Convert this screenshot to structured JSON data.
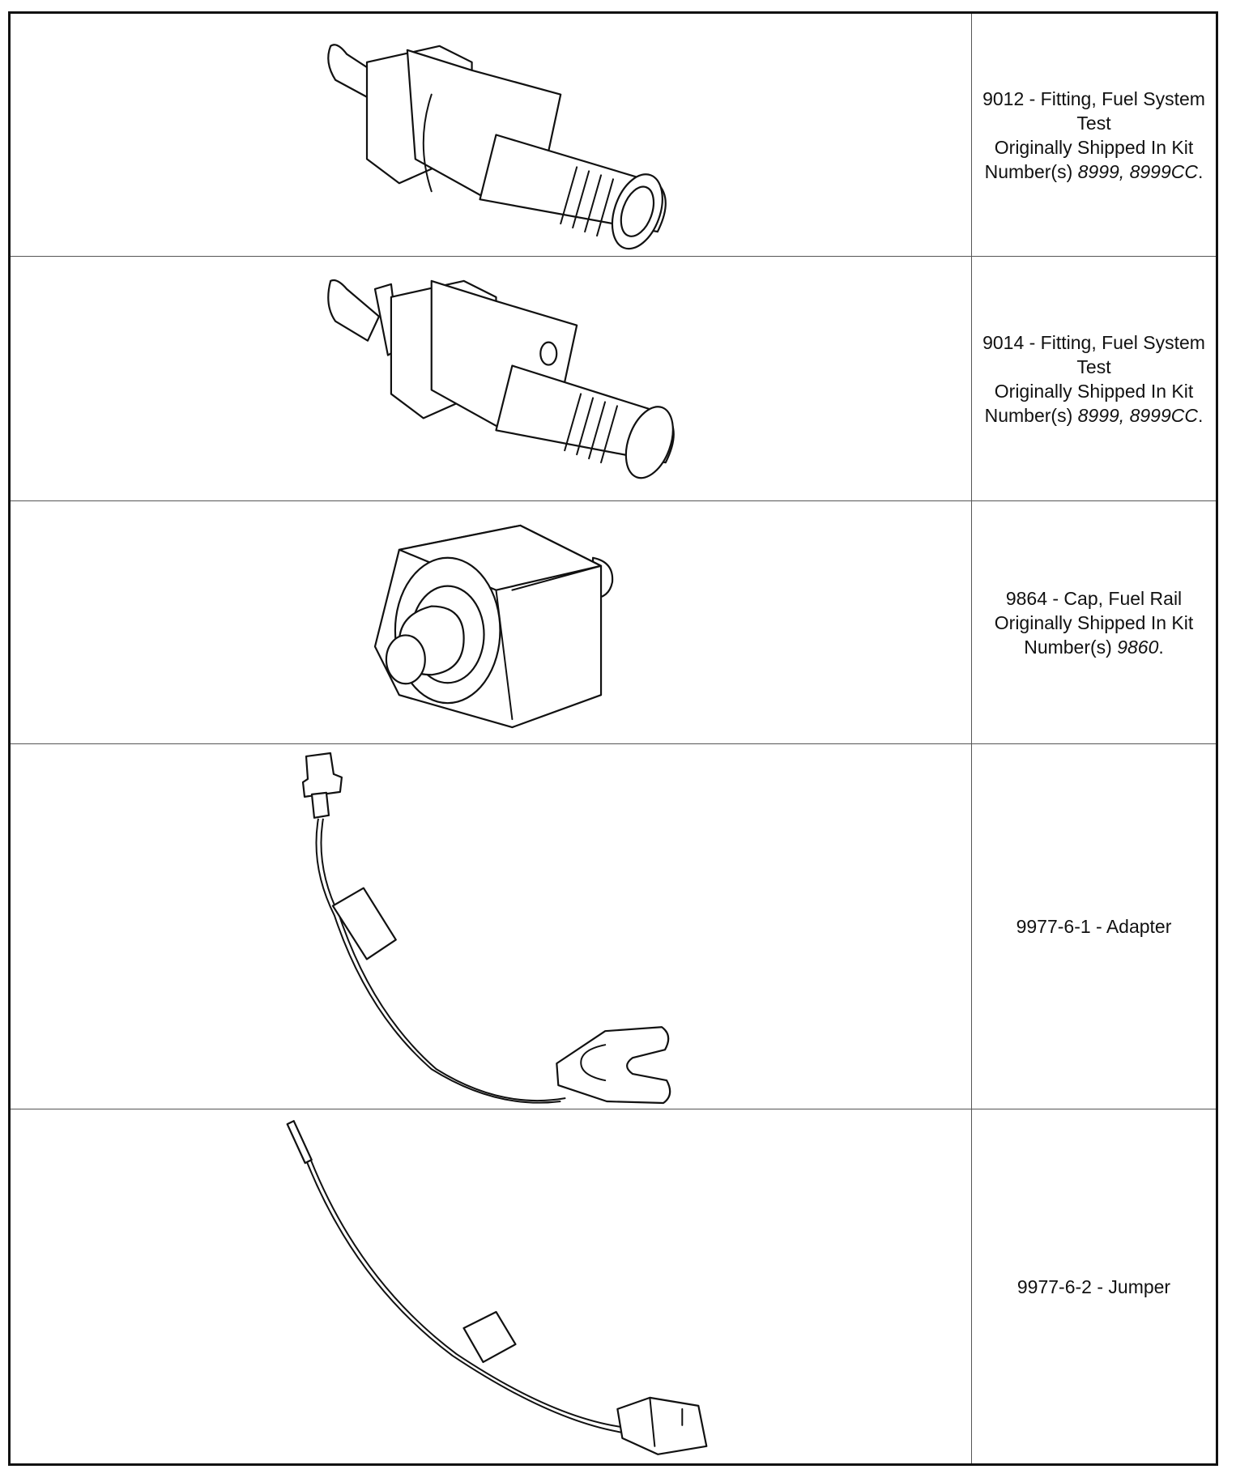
{
  "shipped_prefix": "Originally Shipped In Kit",
  "rows": [
    {
      "title": "9012 - Fitting, Fuel System",
      "title2": "Test",
      "kit_label": "Number(s)",
      "kits": "8999, 8999CC",
      "icon": "fuel-test-fitting-9012"
    },
    {
      "title": "9014 - Fitting, Fuel System",
      "title2": "Test",
      "kit_label": "Number(s)",
      "kits": "8999, 8999CC",
      "icon": "fuel-test-fitting-9014"
    },
    {
      "title": "9864 - Cap, Fuel Rail",
      "title2": "",
      "kit_label": "Number(s)",
      "kits": "9860",
      "icon": "fuel-rail-cap"
    },
    {
      "title": "9977-6-1 - Adapter",
      "icon": "adapter-cable"
    },
    {
      "title": "9977-6-2 - Jumper",
      "icon": "jumper-cable"
    }
  ]
}
